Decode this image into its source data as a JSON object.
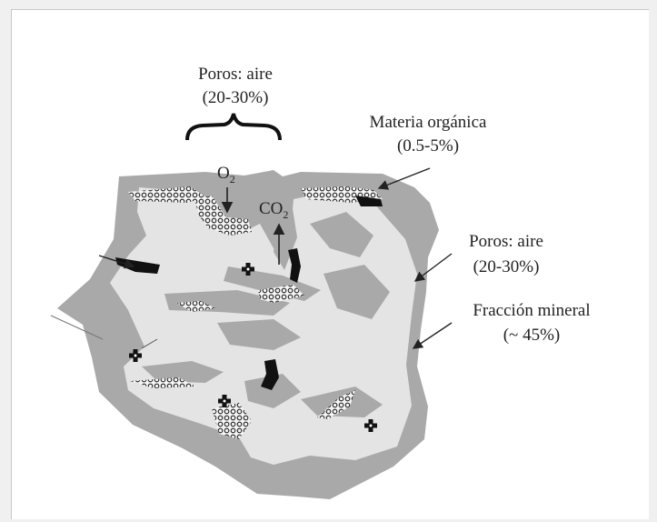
{
  "labels": {
    "pores_top_line1": "Poros: aire",
    "pores_top_line2": "(20-30%)",
    "organic_line1": "Materia orgánica",
    "organic_line2": "(0.5-5%)",
    "pores_right_line1": "Poros: aire",
    "pores_right_line2": "(20-30%)",
    "mineral_line1": "Fracción mineral",
    "mineral_line2": "(~ 45%)",
    "o2_main": "O",
    "o2_sub": "2",
    "co2_main": "CO",
    "co2_sub": "2"
  },
  "colors": {
    "background": "#ffffff",
    "pore_gray": "#a9a9a9",
    "mineral_light": "#e4e4e4",
    "organic_black": "#111111",
    "text": "#222222"
  }
}
